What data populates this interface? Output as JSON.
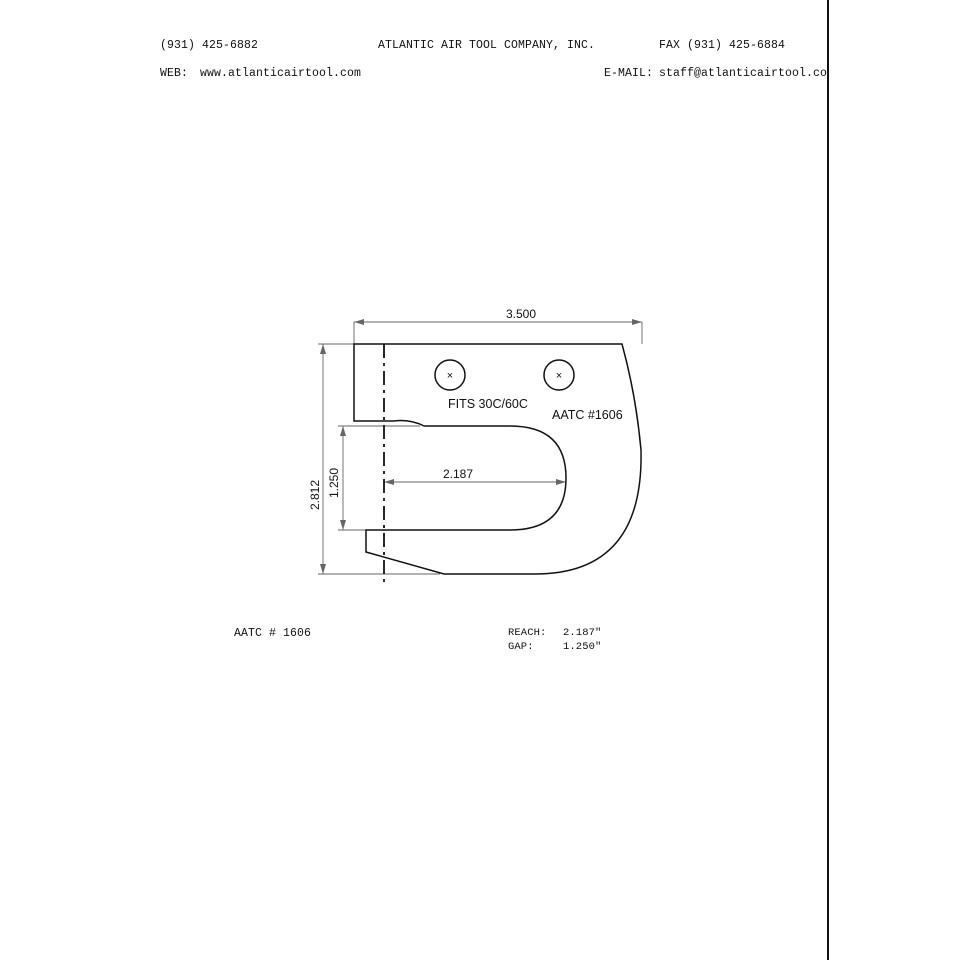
{
  "header": {
    "phone": "(931) 425-6882",
    "company": "ATLANTIC AIR TOOL COMPANY, INC.",
    "fax": "FAX (931) 425-6884",
    "web_label": "WEB:",
    "web_url": "www.atlanticairtool.com",
    "email_label": "E-MAIL:",
    "email": "staff@atlanticairtool.com"
  },
  "drawing": {
    "dim_width": "3.500",
    "dim_height": "2.812",
    "dim_gap": "1.250",
    "dim_reach": "2.187",
    "note_fits": "FITS 30C/60C",
    "note_part": "AATC #1606"
  },
  "footer": {
    "part_label": "AATC # 1606",
    "reach_label": "REACH:",
    "reach_value": "2.187\"",
    "gap_label": "GAP:",
    "gap_value": "1.250\""
  }
}
